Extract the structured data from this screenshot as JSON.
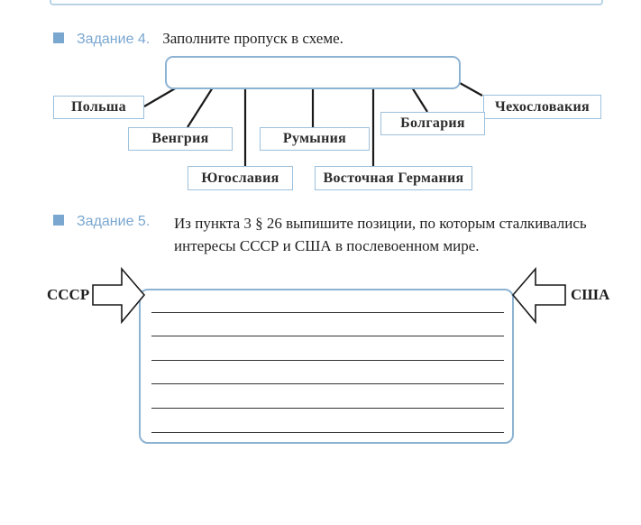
{
  "task4": {
    "label": "Задание 4.",
    "instruction": "Заполните пропуск в схеме.",
    "center_box_value": "",
    "countries": [
      "Польша",
      "Венгрия",
      "Югославия",
      "Румыния",
      "Восточная Германия",
      "Болгария",
      "Чехословакия"
    ]
  },
  "task5": {
    "label": "Задание 5.",
    "instruction": "Из пункта 3 § 26 выпишите позиции, по которым сталкивались интересы СССР и США в послевоенном мире.",
    "left_label": "СССР",
    "right_label": "США",
    "answer_lines": [
      "",
      "",
      "",
      "",
      "",
      ""
    ]
  },
  "colors": {
    "accent": "#7aa7d0",
    "box_border": "#8db3d3",
    "text": "#1f1f1f"
  }
}
